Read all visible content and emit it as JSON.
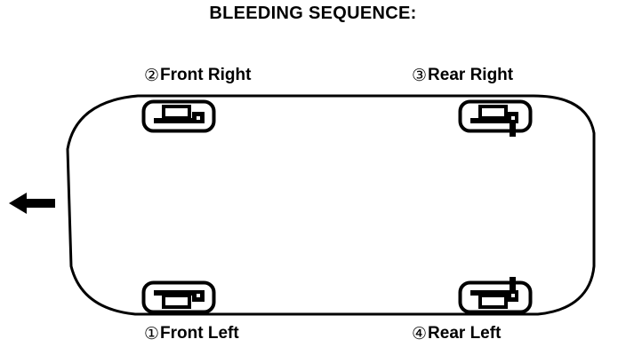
{
  "title": "BLEEDING SEQUENCE:",
  "diagram": {
    "type": "vehicle-top-view-brake-bleeding-sequence",
    "vehicle_outline": "rounded-rectangle",
    "direction_arrow": {
      "icon": "arrow-left-icon",
      "points": "left",
      "meaning": "front of vehicle"
    },
    "bleed_points": [
      {
        "sequence": "①",
        "sequence_number": 1,
        "label": "Front Left",
        "position": "bottom-left",
        "icon": "brake-caliper-icon"
      },
      {
        "sequence": "②",
        "sequence_number": 2,
        "label": "Front Right",
        "position": "top-left",
        "icon": "brake-caliper-icon"
      },
      {
        "sequence": "③",
        "sequence_number": 3,
        "label": "Rear Right",
        "position": "top-right",
        "icon": "brake-caliper-icon"
      },
      {
        "sequence": "④",
        "sequence_number": 4,
        "label": "Rear Left",
        "position": "bottom-right",
        "icon": "brake-caliper-icon"
      }
    ]
  },
  "colors": {
    "ink": "#000000",
    "background": "#ffffff"
  }
}
